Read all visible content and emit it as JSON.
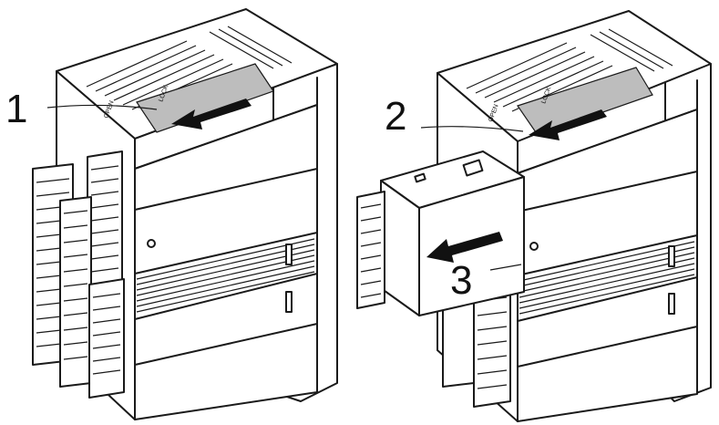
{
  "steps": {
    "step1": "1",
    "step2": "2",
    "step3": "3"
  },
  "device_labels": {
    "lock_label": "LOCK",
    "open_label": "OPEN"
  },
  "colors": {
    "line": "#1a1a1a",
    "shade": "#bdbdbd",
    "arrow": "#111111"
  }
}
